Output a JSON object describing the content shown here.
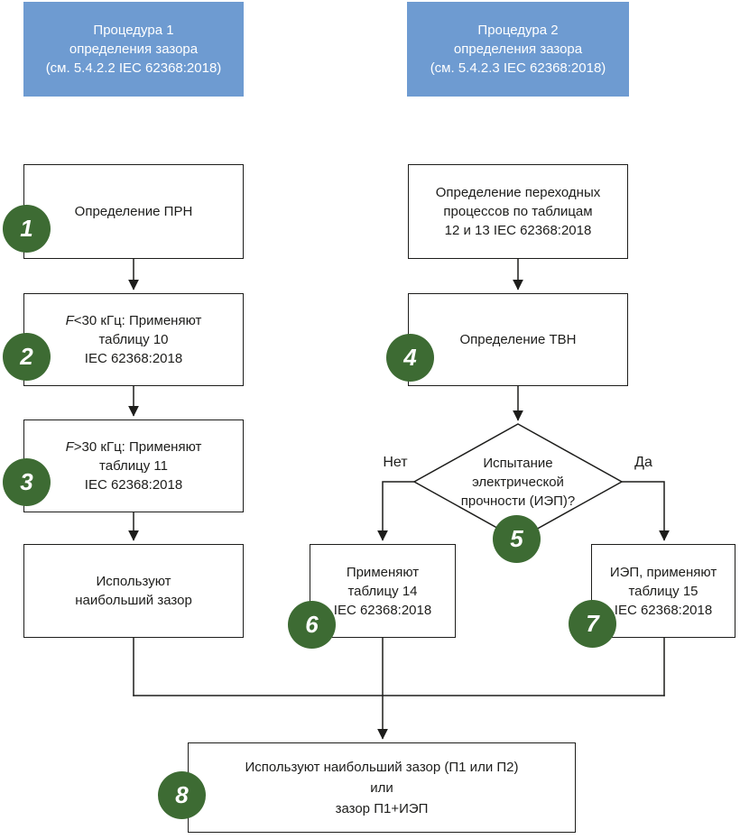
{
  "colors": {
    "header_bg": "#6e9bd1",
    "header_text": "#ffffff",
    "badge_bg": "#3d6b33",
    "badge_text": "#ffffff",
    "box_border": "#1d1d1b",
    "line": "#1d1d1b",
    "text": "#1d1d1b"
  },
  "headers": {
    "procedure1": {
      "line1": "Процедура 1",
      "line2": "определения зазора",
      "line3": "(см. 5.4.2.2 IEC 62368:2018)"
    },
    "procedure2": {
      "line1": "Процедура 2",
      "line2": "определения зазора",
      "line3": "(см. 5.4.2.3 IEC 62368:2018)"
    }
  },
  "nodes": {
    "prn": {
      "badge": "1",
      "line1": "Определение ПРН"
    },
    "f_low": {
      "badge": "2",
      "f": "F",
      "line1_rest": "<30 кГц: Применяют",
      "line2": "таблицу 10",
      "line3": "IEC 62368:2018"
    },
    "f_high": {
      "badge": "3",
      "f": "F",
      "line1_rest": ">30 кГц: Применяют",
      "line2": "таблицу 11",
      "line3": "IEC 62368:2018"
    },
    "use_largest": {
      "line1": "Используют",
      "line2": "наибольший зазор"
    },
    "transients": {
      "line1": "Определение переходных",
      "line2": "процессов по таблицам",
      "line3": "12 и 13 IEC 62368:2018"
    },
    "tvn": {
      "badge": "4",
      "line1": "Определение ТВН"
    },
    "decision": {
      "badge": "5",
      "line1": "Испытание",
      "line2": "электрической",
      "line3": "прочности (ИЭП)?"
    },
    "table14": {
      "badge": "6",
      "line1": "Применяют",
      "line2": "таблицу 14",
      "line3": "IEC 62368:2018"
    },
    "table15": {
      "badge": "7",
      "line1": "ИЭП, применяют",
      "line2": "таблицу 15",
      "line3": "IEC 62368:2018"
    },
    "final": {
      "badge": "8",
      "line1": "Используют наибольший зазор (П1 или П2)",
      "line2": "или",
      "line3": "зазор П1+ИЭП"
    }
  },
  "branch_labels": {
    "no": "Нет",
    "yes": "Да"
  }
}
